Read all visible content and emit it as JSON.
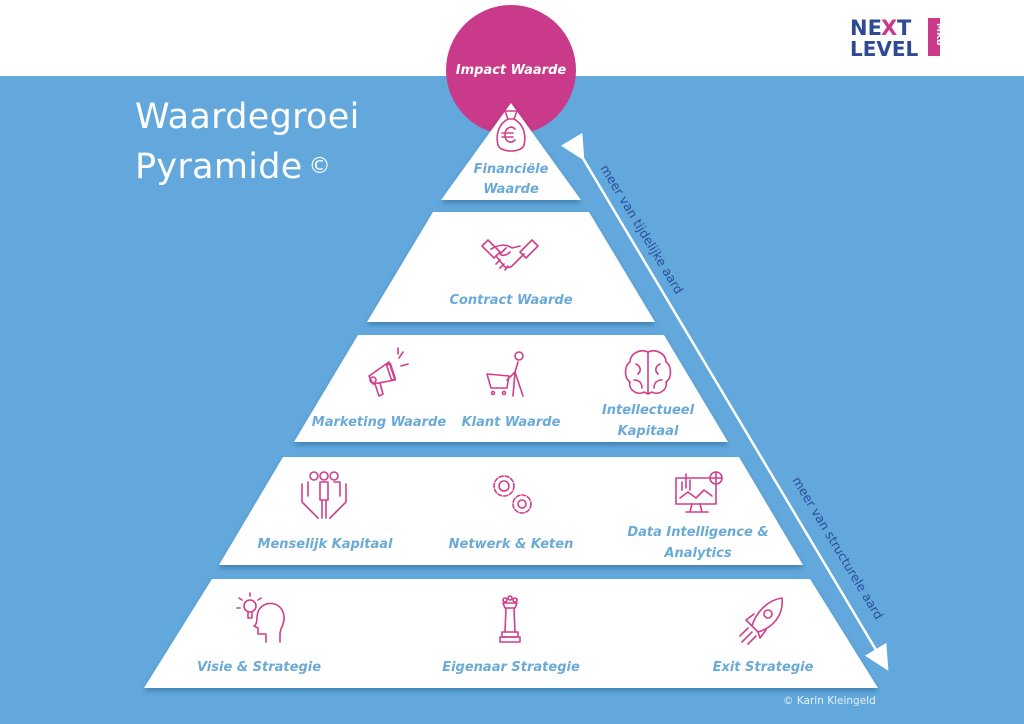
{
  "title": {
    "line1": "Waardegroei",
    "line2": "Pyramide",
    "copyright_symbol": "©"
  },
  "logo": {
    "line1_left": "NE",
    "line1_mid": "X",
    "line1_right": "T",
    "line2": "LEVEL",
    "side": "MKB"
  },
  "apex": {
    "label": "Impact Waarde",
    "color": "#c93a8a"
  },
  "colors": {
    "background_band": "#62a8dc",
    "tier_fill": "#ffffff",
    "label": "#6aaad6",
    "icon": "#d03f8c",
    "arrow_text": "#2b4e9c"
  },
  "tiers": [
    {
      "items": [
        {
          "icon": "money-bag-euro-icon",
          "label_lines": [
            "Financiële",
            "Waarde"
          ]
        }
      ]
    },
    {
      "items": [
        {
          "icon": "handshake-icon",
          "label_lines": [
            "Contract Waarde"
          ]
        }
      ]
    },
    {
      "items": [
        {
          "icon": "megaphone-icon",
          "label_lines": [
            "Marketing Waarde"
          ]
        },
        {
          "icon": "shopping-cart-person-icon",
          "label_lines": [
            "Klant Waarde"
          ]
        },
        {
          "icon": "brain-icon",
          "label_lines": [
            "Intellectueel",
            "Kapitaal"
          ]
        }
      ]
    },
    {
      "items": [
        {
          "icon": "people-in-hands-icon",
          "label_lines": [
            "Menselijk Kapitaal"
          ]
        },
        {
          "icon": "gears-icon",
          "label_lines": [
            "Netwerk & Keten"
          ]
        },
        {
          "icon": "analytics-monitor-icon",
          "label_lines": [
            "Data Intelligence &",
            "Analytics"
          ]
        }
      ]
    },
    {
      "items": [
        {
          "icon": "head-lightbulb-icon",
          "label_lines": [
            "Visie & Strategie"
          ]
        },
        {
          "icon": "chess-queen-icon",
          "label_lines": [
            "Eigenaar Strategie"
          ]
        },
        {
          "icon": "rocket-icon",
          "label_lines": [
            "Exit Strategie"
          ]
        }
      ]
    }
  ],
  "arrow": {
    "upper_label": "meer van tijdelijke aard",
    "lower_label": "meer van structurele aard"
  },
  "credit": "© Karin Kleingeld"
}
